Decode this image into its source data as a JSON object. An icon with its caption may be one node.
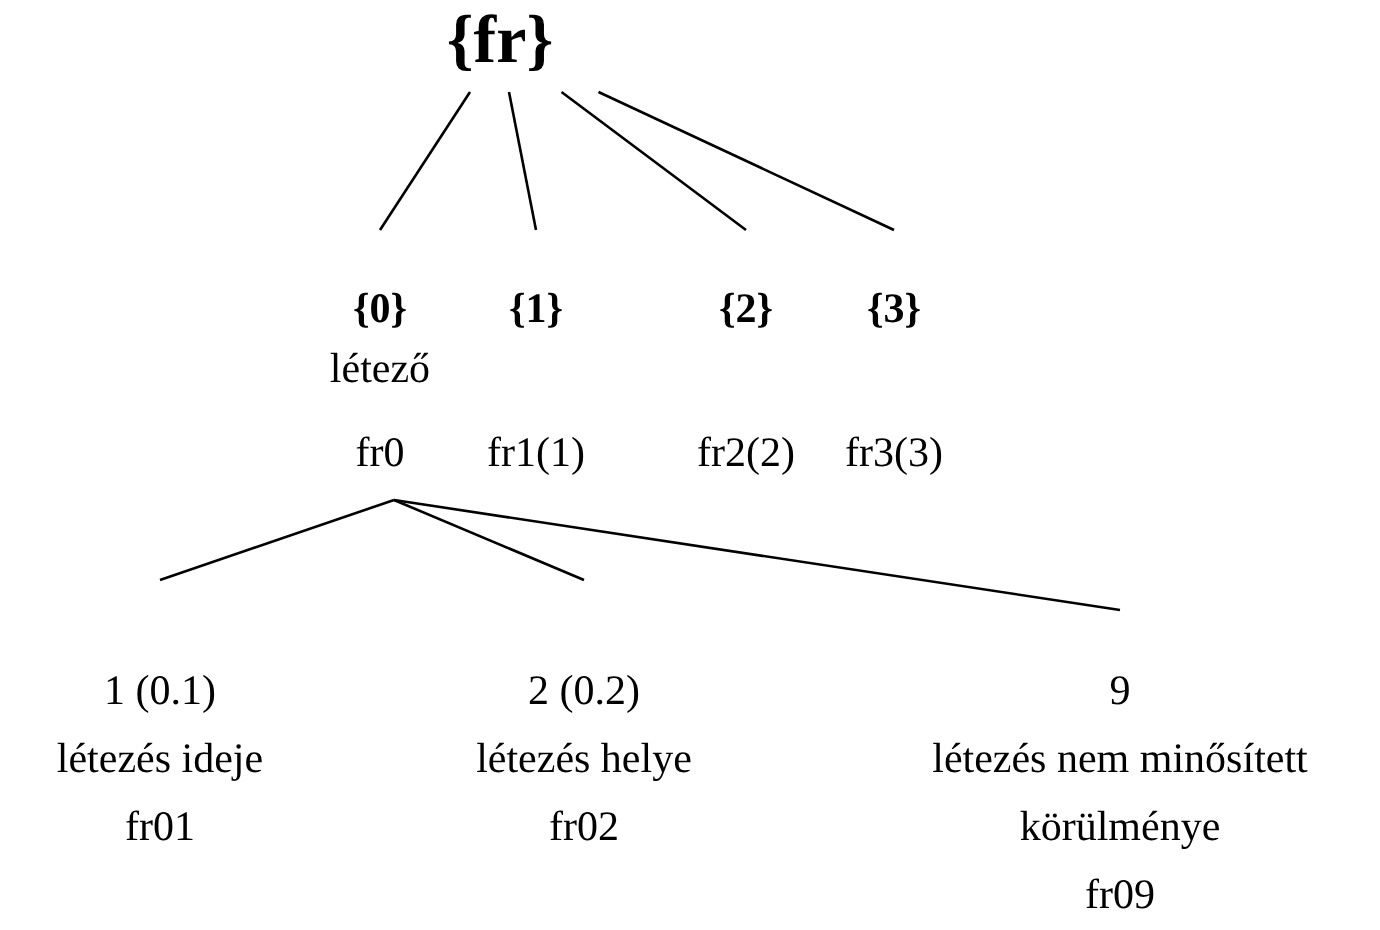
{
  "diagram": {
    "nodes": [
      {
        "text": [
          "{fr}"
        ]
      },
      {
        "text": [
          "{0}",
          "létező",
          "fr0"
        ]
      },
      {
        "text": [
          "{1}",
          "fr1(1)"
        ]
      },
      {
        "text": [
          "{2}",
          "fr2(2)"
        ]
      },
      {
        "text": [
          "{3}",
          "fr3(3)"
        ]
      },
      {
        "text": [
          "1 (0.1)",
          "létezés ideje",
          "fr01"
        ]
      },
      {
        "text": [
          "2 (0.2)",
          "létezés helye",
          "fr02"
        ]
      },
      {
        "text": [
          "9",
          "létezés nem minősített körülménye",
          "fr09"
        ]
      }
    ],
    "edges": [
      {
        "from": 0,
        "to": 1,
        "arrow": "none"
      },
      {
        "from": 0,
        "to": 2,
        "arrow": "none"
      },
      {
        "from": 0,
        "to": 3,
        "arrow": "none"
      },
      {
        "from": 0,
        "to": 4,
        "arrow": "none"
      },
      {
        "from": 1,
        "to": 5,
        "arrow": "none"
      },
      {
        "from": 1,
        "to": 6,
        "arrow": "none"
      },
      {
        "from": 1,
        "to": 7,
        "arrow": "none"
      }
    ]
  }
}
